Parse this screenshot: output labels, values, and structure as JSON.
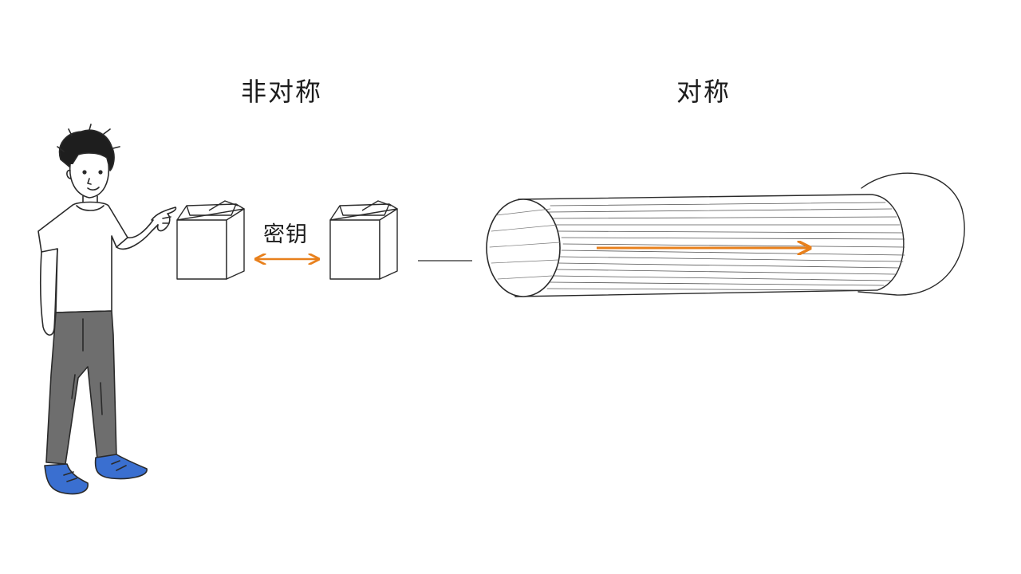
{
  "labels": {
    "asymmetric": "非对称",
    "symmetric": "对称",
    "key": "密钥"
  },
  "colors": {
    "ink": "#2a2a2a",
    "arrow": "#e8801c",
    "shoes": "#3a6fd0",
    "pants": "#6e6e6e",
    "background": "#ffffff"
  },
  "icons": {
    "person": "person-pointing-icon",
    "box_left": "box-icon",
    "box_right": "box-icon",
    "key_arrow": "double-arrow-icon",
    "tunnel": "cylinder-tunnel-icon",
    "tunnel_arrow": "right-arrow-icon"
  }
}
